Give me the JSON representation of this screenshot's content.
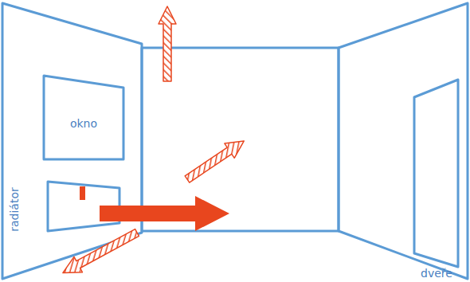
{
  "diagram": {
    "nodes": [
      {
        "text": [
          "okno"
        ]
      }
    ],
    "labels": [
      "radiátor",
      "dveře"
    ]
  }
}
